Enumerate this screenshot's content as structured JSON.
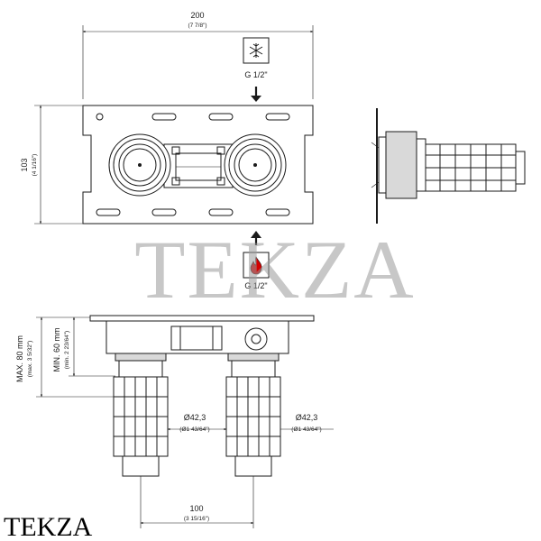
{
  "watermark": "TEKZA",
  "brand_text": "TEKZA",
  "front_view": {
    "width_mm": "200",
    "width_in": "(7 7/8\")",
    "height_mm": "103",
    "height_in": "(4 1/16\")",
    "cold_inlet_label": "G 1/2\"",
    "hot_inlet_label": "G 1/2\"",
    "cold_icon": "snowflake-icon",
    "hot_icon": "flame-icon"
  },
  "top_view": {
    "max_depth_mm": "MAX. 80 mm",
    "max_depth_in": "(max. 3 5/32\")",
    "min_depth_mm": "MIN. 60 mm",
    "min_depth_in": "(min. 2 23/64\")",
    "diameter_left_mm": "Ø42,3",
    "diameter_left_in": "(Ø1 43/64\")",
    "diameter_right_mm": "Ø42,3",
    "diameter_right_in": "(Ø1 43/64\")",
    "spacing_mm": "100",
    "spacing_in": "(3 15/16\")"
  },
  "colors": {
    "line": "#1a1a1a",
    "watermark": "#9a9a9a",
    "hot": "#d40000"
  }
}
